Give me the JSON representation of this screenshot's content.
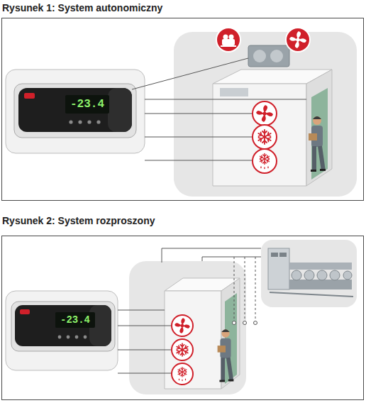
{
  "diagram": {
    "nodes": [
      {
        "text": [
          "Rysunek 1: System autonomiczny"
        ]
      },
      {
        "text": [
          "-23.4"
        ],
        "in": 0
      },
      {
        "text": [
          "Rysunek 2: System rozproszony"
        ]
      },
      {
        "text": [
          "-23.4"
        ],
        "in": 2
      }
    ]
  }
}
